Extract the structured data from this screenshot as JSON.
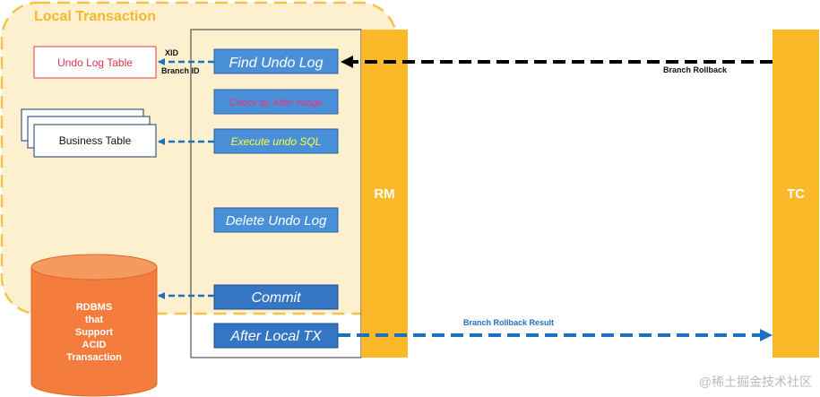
{
  "title": "Local Transaction",
  "tables": {
    "undo_log": "Undo Log Table",
    "business": "Business Table"
  },
  "database": {
    "lines": [
      "RDBMS",
      "that",
      "Support",
      "ACID",
      "Transaction"
    ]
  },
  "steps": {
    "find_undo_log": "Find Undo Log",
    "check_after_image": "Check by After image",
    "execute_undo_sql": "Execute undo SQL",
    "delete_undo_log": "Delete Undo Log",
    "commit": "Commit",
    "after_local_tx": "After Local TX"
  },
  "edge_labels": {
    "xid": "XID",
    "branch_id": "Branch ID",
    "branch_rollback": "Branch Rollback",
    "branch_rollback_result": "Branch Rollback Result"
  },
  "participants": {
    "rm": "RM",
    "tc": "TC"
  },
  "watermark": "@稀土掘金技术社区",
  "colors": {
    "local_tx_fill": "#fdf0cf",
    "local_tx_border": "#f7c24a",
    "title": "#f5b82e",
    "step_fill": "#4a90d9",
    "step_fill_dark": "#3576c4",
    "step_text": "#ffffff",
    "step_text_pink": "#e8337a",
    "step_text_yellow": "#ffff33",
    "participant_fill": "#fbb92a",
    "db_fill": "#f47c3c",
    "db_top": "#f59a5e",
    "undo_text": "#e0334f",
    "arrow_blue": "#1f6fc0",
    "arrow_black": "#000000"
  }
}
